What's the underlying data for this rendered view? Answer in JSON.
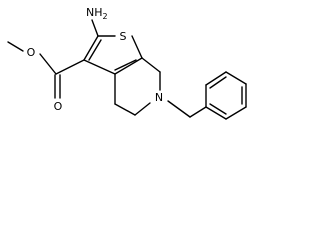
{
  "structure": {
    "atom_labels": {
      "amino": "NH",
      "amino_sub": "2",
      "sulfur": "S",
      "carbonyl_o": "O",
      "ester_o": "O",
      "ring_n": "N"
    }
  }
}
